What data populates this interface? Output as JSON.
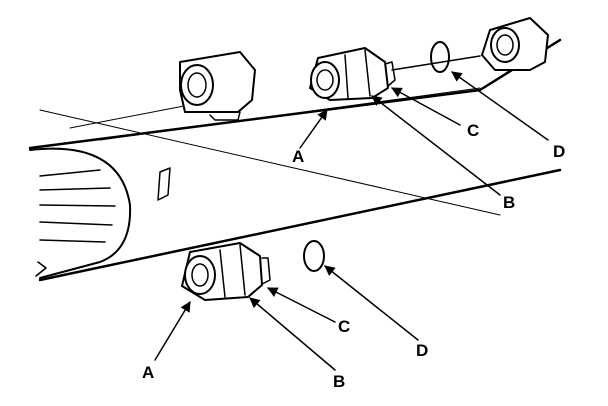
{
  "diagram": {
    "callouts": {
      "a_upper": "A",
      "b_upper": "B",
      "c_upper": "C",
      "d_upper": "D",
      "a_lower": "A",
      "b_lower": "B",
      "c_lower": "C",
      "d_lower": "D"
    },
    "colors": {
      "ink": "#000000",
      "paper": "#ffffff"
    }
  }
}
